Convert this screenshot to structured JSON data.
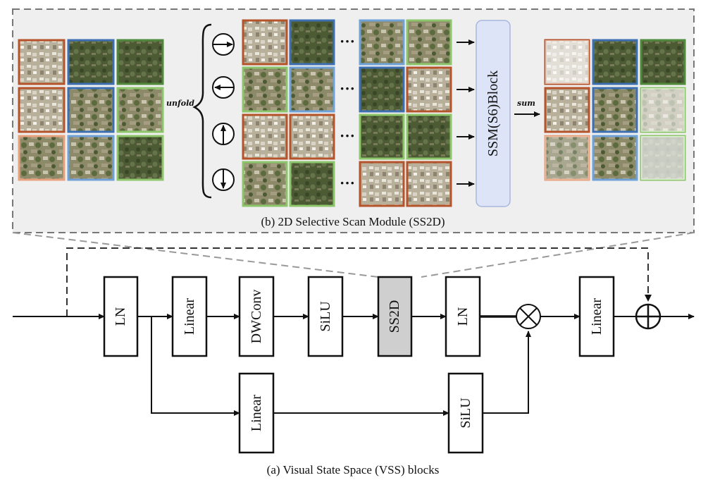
{
  "ss2d_module": {
    "caption": "(b) 2D Selective Scan Module (SS2D)",
    "unfold_label": "unfold",
    "sum_label": "sum",
    "ssm_block_label": "SSM(S6)Block",
    "ellipsis": "···"
  },
  "vss_block": {
    "caption": "(a) Visual State Space (VSS) blocks",
    "main_path": [
      "LN",
      "Linear",
      "DWConv",
      "SiLU",
      "SS2D",
      "LN",
      "Linear"
    ],
    "branch_path": [
      "Linear",
      "SiLU"
    ]
  },
  "colors": {
    "patch_borders": [
      "#b5532a",
      "#3d6fb3",
      "#4f8a3a",
      "#e8a27d",
      "#6fa2d8",
      "#8cc56a"
    ],
    "ssm_block_fill": "#dde4f7",
    "ss2d_box_fill": "#cfcfcf",
    "module_panel_fill": "#efefef"
  },
  "icons": [
    "multiply-circle-icon",
    "add-circle-icon",
    "scan-direction-icon"
  ]
}
